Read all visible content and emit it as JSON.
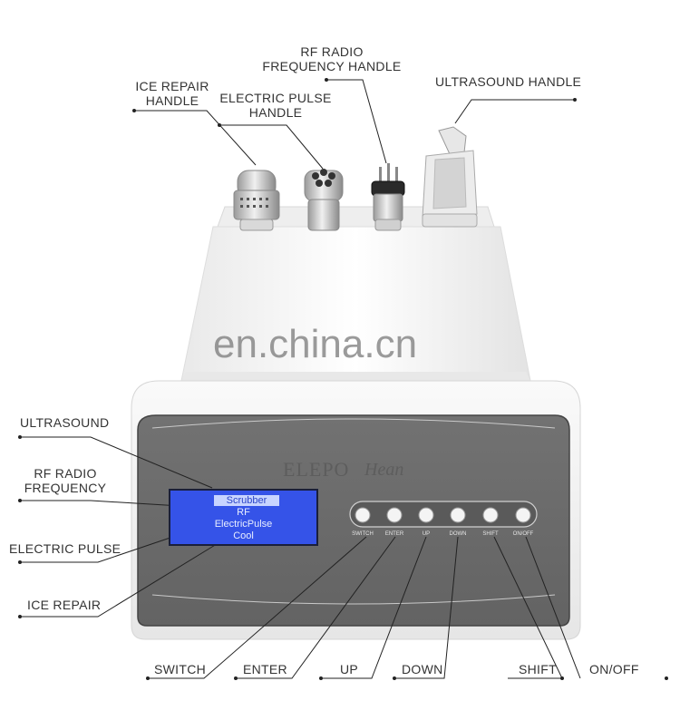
{
  "watermark": "en.china.cn",
  "brand": {
    "name": "ELEPO",
    "script": "Hean"
  },
  "top_labels": {
    "ice_repair_handle": [
      "ICE REPAIR",
      "HANDLE"
    ],
    "electric_pulse_handle": [
      "ELECTRIC PULSE",
      "HANDLE"
    ],
    "rf_radio_frequency_handle": [
      "RF RADIO",
      "FREQUENCY HANDLE"
    ],
    "ultrasound_handle": "ULTRASOUND HANDLE"
  },
  "left_labels": {
    "ultrasound": "ULTRASOUND",
    "rf_radio_frequency": [
      "RF RADIO",
      "FREQUENCY"
    ],
    "electric_pulse": "ELECTRIC PULSE",
    "ice_repair": "ICE REPAIR"
  },
  "screen": {
    "lines": [
      "Scrubber",
      "RF",
      "ElectricPulse",
      "Cool"
    ]
  },
  "buttons": [
    "SWITCH",
    "ENTER",
    "UP",
    "DOWN",
    "SHIFT",
    "ON/OFF"
  ],
  "bottom_labels": [
    "SWITCH",
    "ENTER",
    "UP",
    "DOWN",
    "SHIFT",
    "ON/OFF"
  ],
  "colors": {
    "panel": "#6b6b6b",
    "screen": "#3553e8",
    "body": "#f2f2f2",
    "lines": "#222222"
  }
}
